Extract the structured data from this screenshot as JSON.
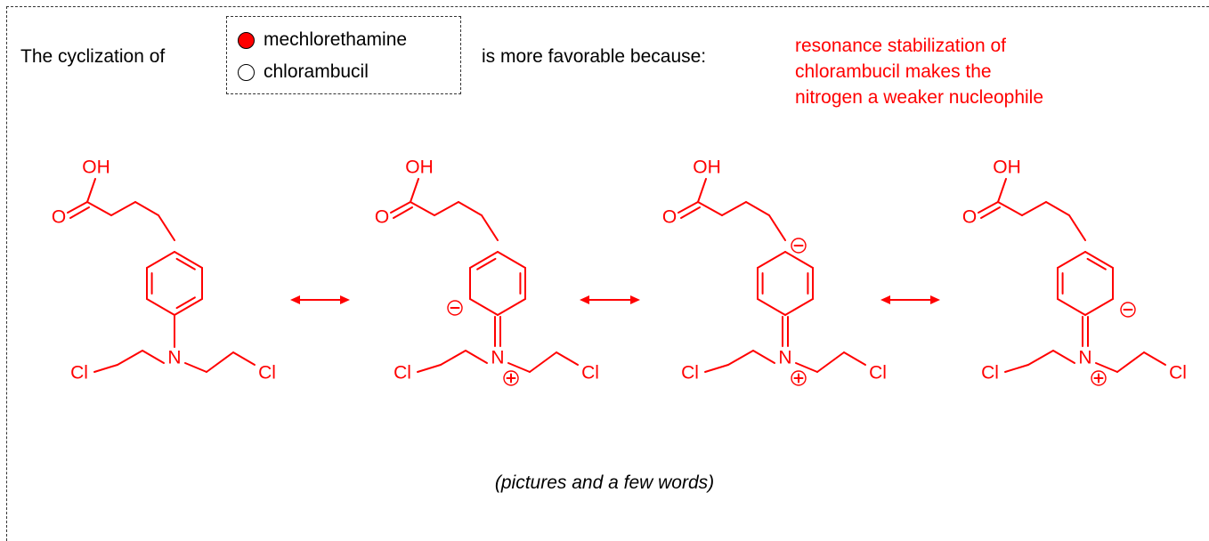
{
  "prompt": {
    "before": "The cyclization of",
    "after": "is more favorable because:"
  },
  "choices": [
    {
      "label": "mechlorethamine",
      "selected": true
    },
    {
      "label": "chlorambucil",
      "selected": false
    }
  ],
  "answer_lines": [
    "resonance stabilization of",
    "chlorambucil makes the",
    "nitrogen a weaker nucleophile"
  ],
  "atoms": {
    "oh": "OH",
    "o": "O",
    "n": "N",
    "cl": "Cl",
    "minus": "−",
    "plus": "+"
  },
  "caption": "(pictures and a few words)",
  "colors": {
    "structure": "#ff0000",
    "selected_radio": "#ff0000"
  }
}
